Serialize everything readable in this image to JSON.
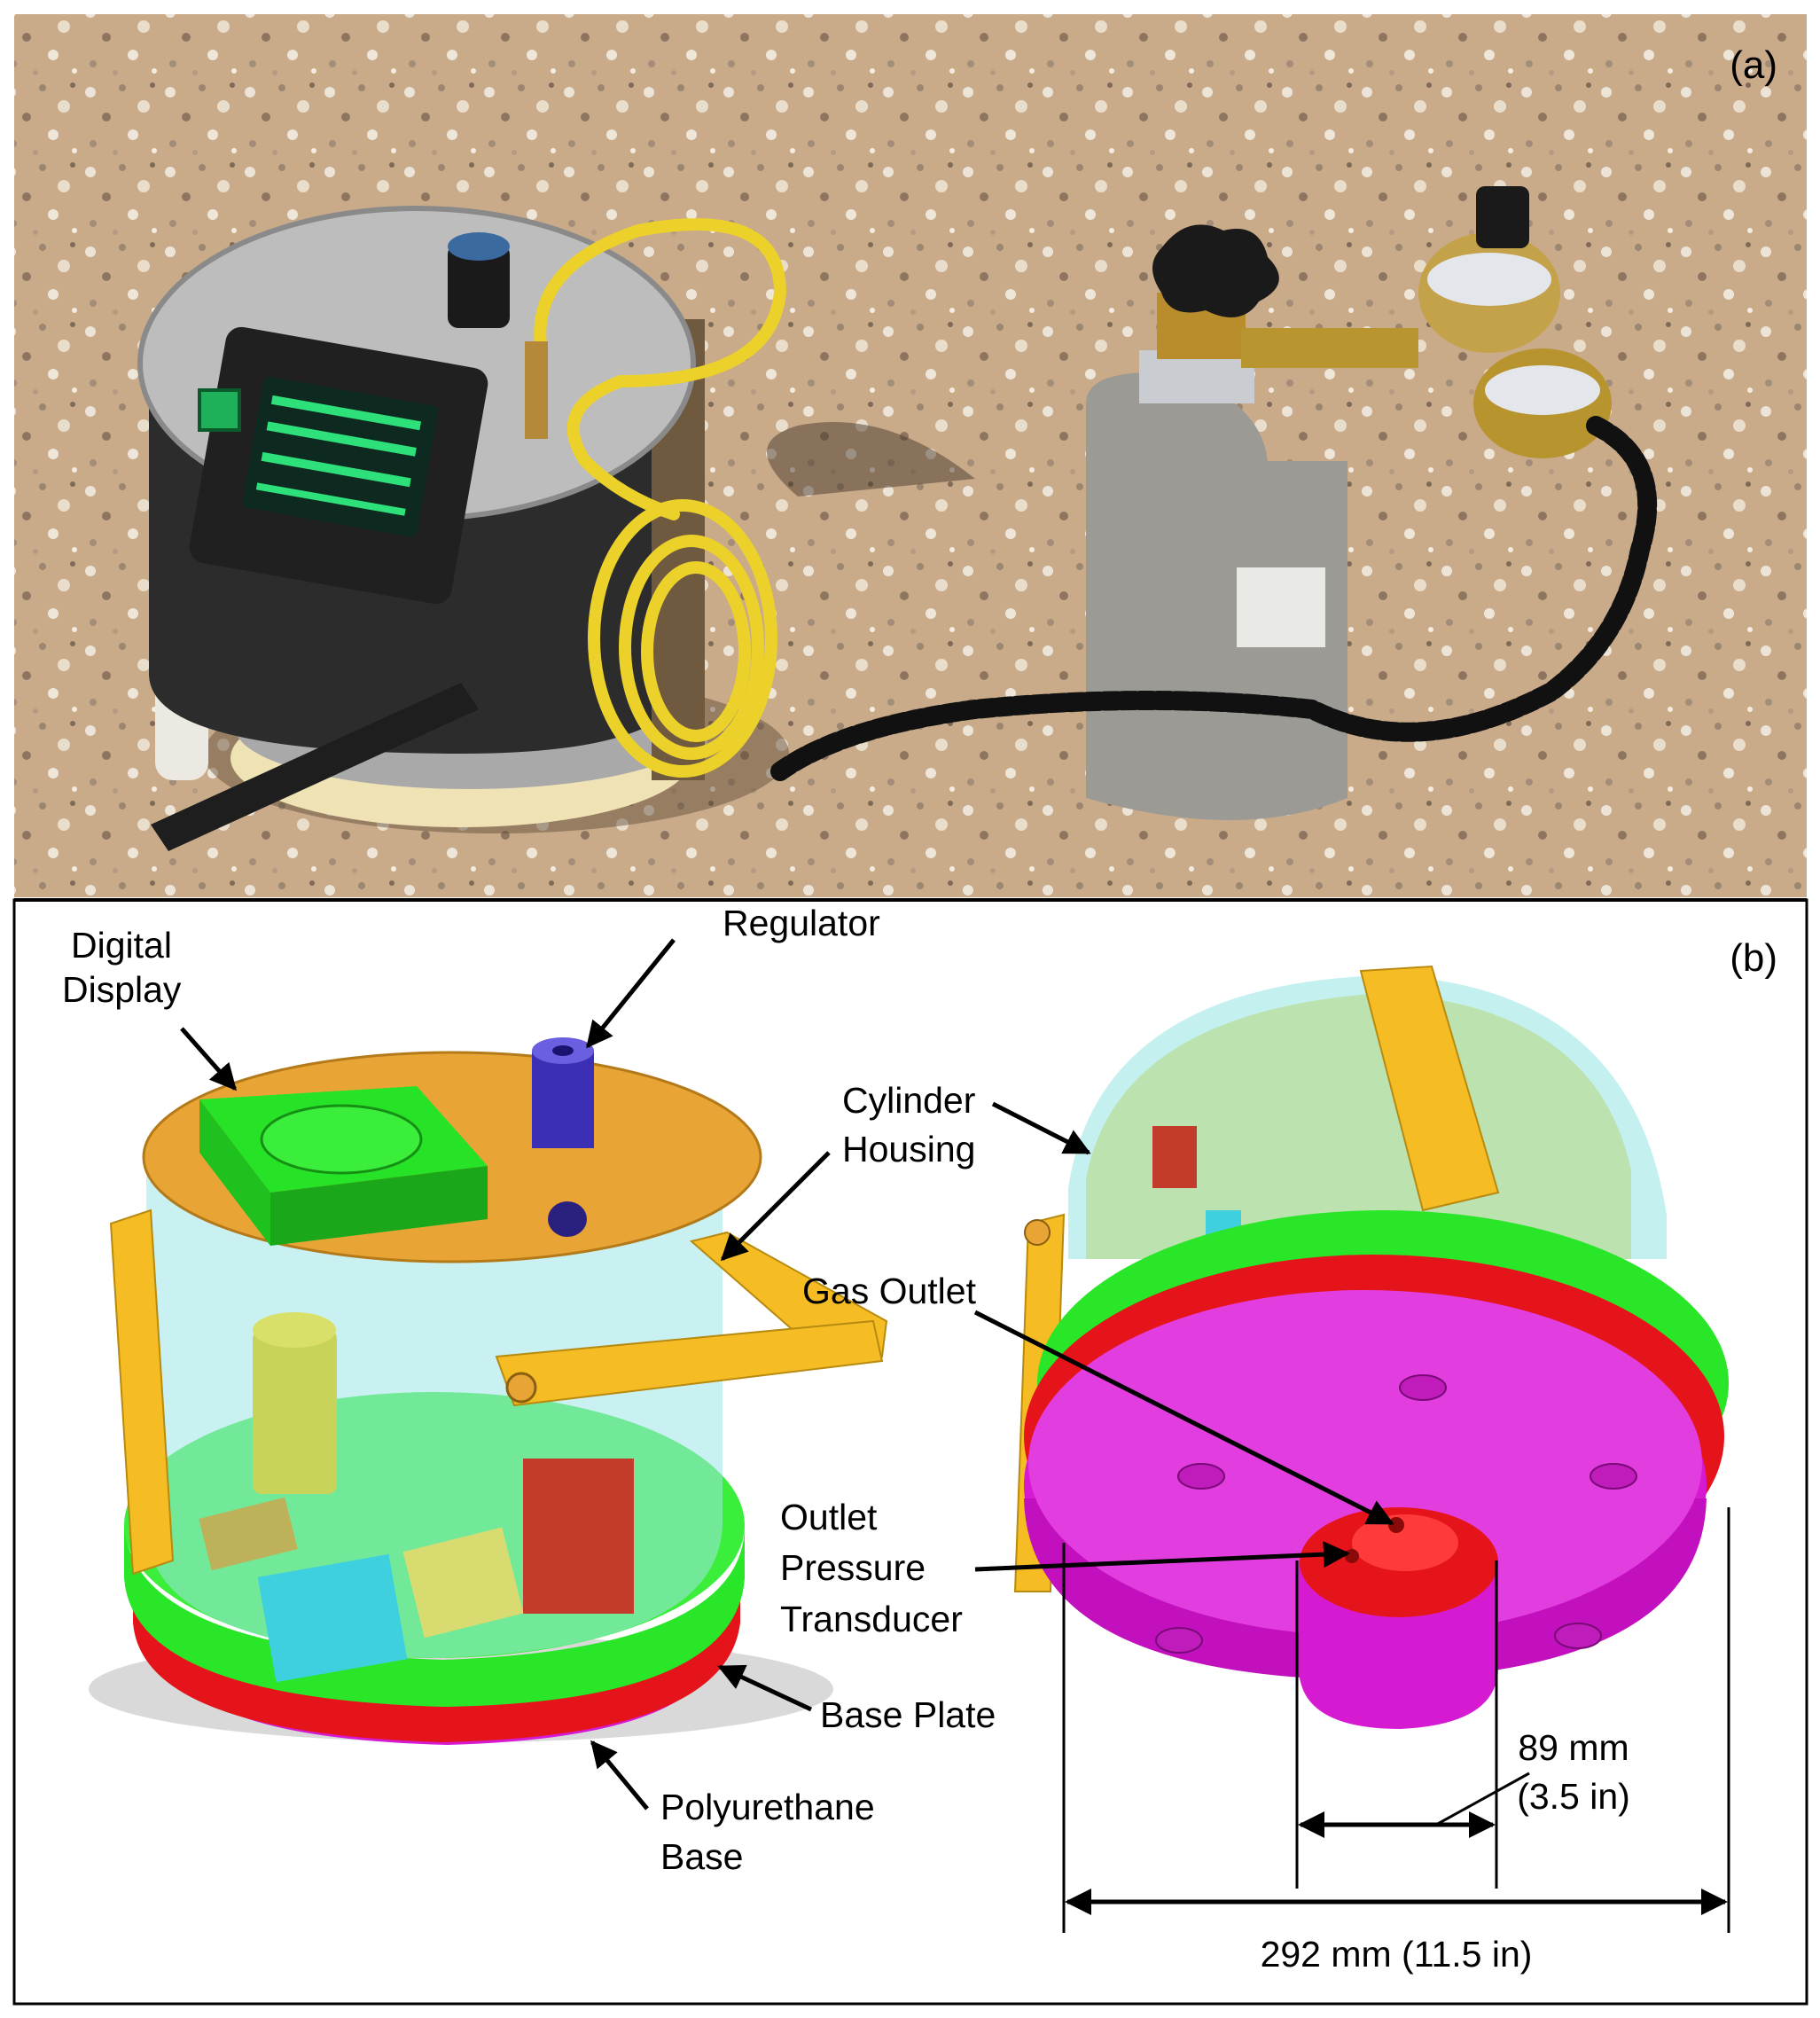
{
  "panel_a": {
    "label": "(a)"
  },
  "panel_b": {
    "label": "(b)",
    "callouts": {
      "digital_display": [
        "Digital",
        "Display"
      ],
      "regulator": "Regulator",
      "cylinder_housing": [
        "Cylinder",
        "Housing"
      ],
      "gas_outlet": "Gas Outlet",
      "outlet_pressure_transducer": [
        "Outlet",
        "Pressure",
        "Transducer"
      ],
      "base_plate": "Base Plate",
      "polyurethane_base": [
        "Polyurethane",
        "Base"
      ]
    },
    "dimensions": {
      "outlet_diameter": [
        "89 mm",
        "(3.5 in)"
      ],
      "base_diameter": "292 mm (11.5 in)"
    }
  },
  "colors": {
    "housing": "#9fe6e6",
    "top_plate": "#e8a535",
    "brackets": "#f5bc24",
    "green_plate": "#29e629",
    "base_plate": "#e5141b",
    "polyurethane_base": "#d61ad2",
    "regulator": "#3a2fb5",
    "transducer_box": "#c23b2b",
    "cyan_block": "#3fd0e0",
    "gravel": "#c9ab8a"
  }
}
